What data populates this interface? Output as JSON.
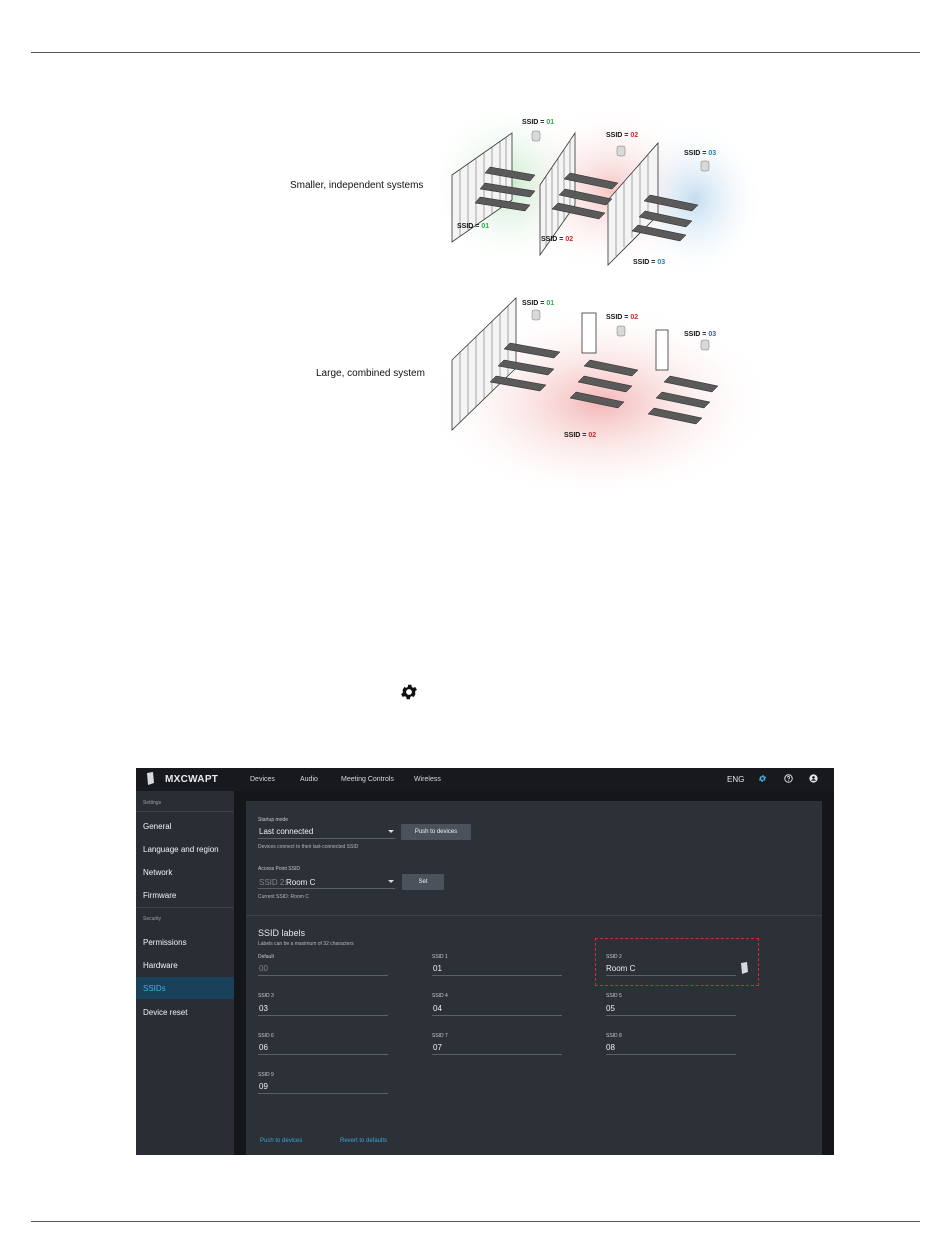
{
  "figure": {
    "labels": {
      "independent": "Smaller, independent systems",
      "combined": "Large, combined system"
    },
    "ssid_prefix": "SSID = ",
    "ssid_values": {
      "s1": "01",
      "s2": "02",
      "s3": "03"
    },
    "colors": {
      "ssid1": "#2fa84f",
      "ssid2": "#cc2a2a",
      "ssid3": "#1f7fb8"
    }
  },
  "icons": {
    "settings": "gear-icon"
  },
  "app": {
    "brand": "MXCWAPT",
    "nav": [
      "Devices",
      "Audio",
      "Meeting Controls",
      "Wireless"
    ],
    "language": "ENG",
    "sidebar": {
      "settings_header": "Settings",
      "settings_items": [
        "General",
        "Language and region",
        "Network",
        "Firmware"
      ],
      "security_header": "Security",
      "security_items": [
        "Permissions",
        "Hardware",
        "SSIDs",
        "Device reset"
      ],
      "active": "SSIDs"
    },
    "startup": {
      "label": "Startup mode",
      "value": "Last connected",
      "button": "Push to devices",
      "hint": "Devices connect to their last-connected SSID"
    },
    "access_point": {
      "label": "Access Point SSID",
      "value_prefix": "SSID 2:",
      "value": "Room C",
      "button": "Set",
      "current": "Current SSID: Room C"
    },
    "ssid_labels": {
      "title": "SSID labels",
      "hint": "Labels can be a maximum of 32 characters",
      "fields": [
        {
          "label": "Default",
          "value": "00"
        },
        {
          "label": "SSID 1",
          "value": "01"
        },
        {
          "label": "SSID 2",
          "value": "Room C"
        },
        {
          "label": "SSID 3",
          "value": "03"
        },
        {
          "label": "SSID 4",
          "value": "04"
        },
        {
          "label": "SSID 5",
          "value": "05"
        },
        {
          "label": "SSID 6",
          "value": "06"
        },
        {
          "label": "SSID 7",
          "value": "07"
        },
        {
          "label": "SSID 8",
          "value": "08"
        },
        {
          "label": "SSID 9",
          "value": "09"
        }
      ],
      "push_link": "Push to devices",
      "revert_link": "Revert to defaults"
    },
    "accent": "#3fb1e3"
  }
}
